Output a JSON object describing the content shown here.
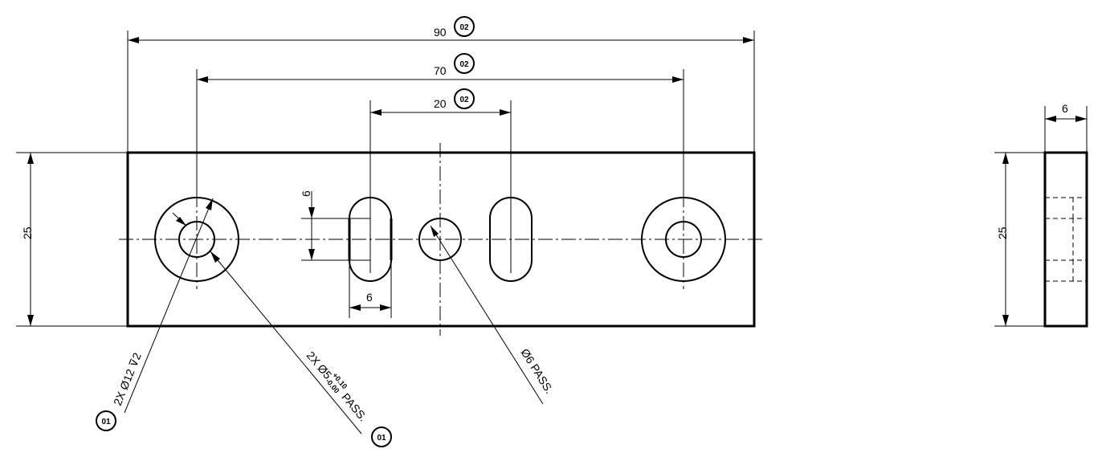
{
  "dimensions": {
    "overall_width": "90",
    "hole_spacing": "70",
    "slot_spacing": "20",
    "height_front": "25",
    "slot_height": "6",
    "slot_width": "6",
    "side_width": "6",
    "height_side": "25"
  },
  "balloons": {
    "overall_width": "02",
    "hole_spacing": "02",
    "slot_spacing": "02",
    "counterbore": "01",
    "through_hole": "01"
  },
  "callouts": {
    "counterbore": "2X Ø12 ⊽2",
    "through_hole_prefix": "2X Ø5",
    "through_hole_tol_upper": "+0.10",
    "through_hole_tol_lower": "-0.00",
    "through_hole_suffix": "PASS.",
    "center_hole": "Ø6 PASS."
  }
}
